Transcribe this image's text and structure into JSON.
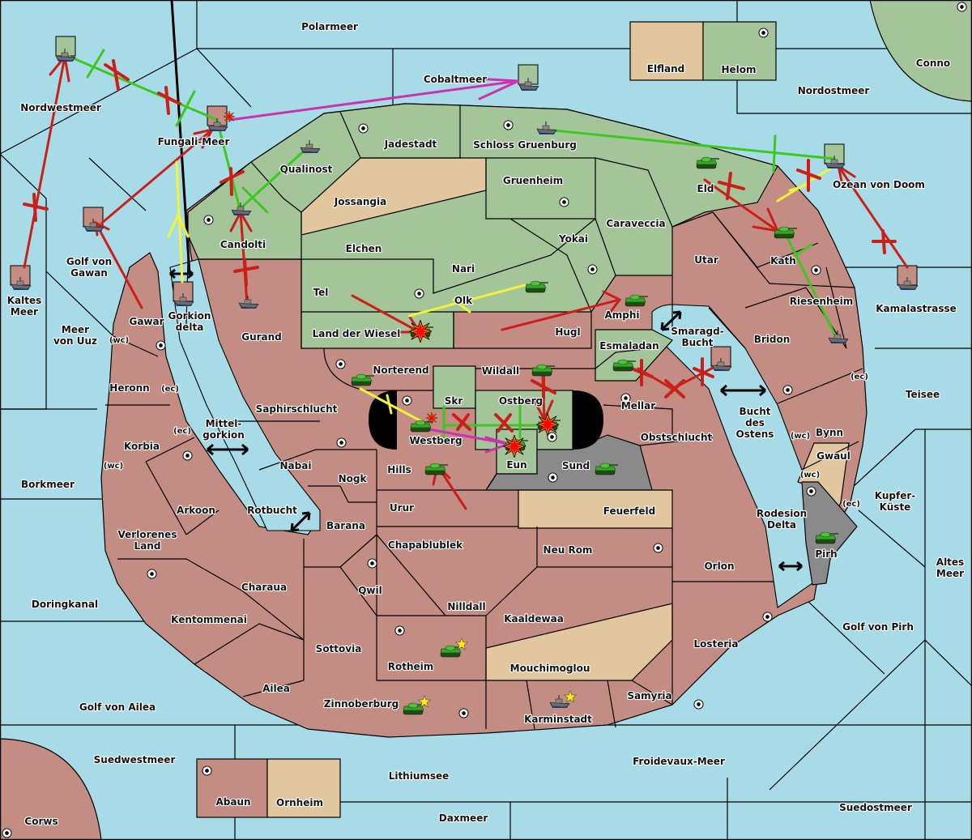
{
  "map": {
    "title": "Diplomacy-style strategy map",
    "colors": {
      "sea": "#a8dbe8",
      "power_green": "#a4c499",
      "power_red": "#c38d84",
      "neutral_tan": "#e2c69e",
      "impassable_grey": "#8a8a8a",
      "order_move_failed": "#cc1f1a",
      "order_support": "#3cc81e",
      "order_convoy": "#f2f23a",
      "order_retreat": "#cc33aa"
    },
    "sea_regions": [
      {
        "name": "Polarmeer"
      },
      {
        "name": "Cobaltmeer"
      },
      {
        "name": "Nordwestmeer"
      },
      {
        "name": "Fungali-Meer"
      },
      {
        "name": "Nordostmeer"
      },
      {
        "name": "Ozean von Doom"
      },
      {
        "name": "Kamalastrasse"
      },
      {
        "name": "Golf von Gawan"
      },
      {
        "name": "Kaltes Meer"
      },
      {
        "name": "Meer von Uuz"
      },
      {
        "name": "Gorkion delta"
      },
      {
        "name": "Mittel-gorkion"
      },
      {
        "name": "Borkmeer"
      },
      {
        "name": "Rotbucht"
      },
      {
        "name": "Doringkanal"
      },
      {
        "name": "Golf von Ailea"
      },
      {
        "name": "Suedwestmeer"
      },
      {
        "name": "Lithiumsee"
      },
      {
        "name": "Daxmeer"
      },
      {
        "name": "Froidevaux-Meer"
      },
      {
        "name": "Suedostmeer"
      },
      {
        "name": "Golf von Pirh"
      },
      {
        "name": "Altes Meer"
      },
      {
        "name": "Kupfer-Küste"
      },
      {
        "name": "Teisee"
      },
      {
        "name": "Rodesion Delta"
      },
      {
        "name": "Bucht des Ostens"
      },
      {
        "name": "Smaragd-Bucht"
      }
    ],
    "land_regions": [
      {
        "name": "Elfland",
        "owner": "neutral"
      },
      {
        "name": "Helom",
        "owner": "green",
        "supply_center": true
      },
      {
        "name": "Conno",
        "owner": "green",
        "supply_center": true
      },
      {
        "name": "Jadestadt",
        "owner": "green",
        "supply_center": true
      },
      {
        "name": "Schloss Gruenburg",
        "owner": "green",
        "supply_center": true
      },
      {
        "name": "Qualinost",
        "owner": "green"
      },
      {
        "name": "Jossangia",
        "owner": "neutral"
      },
      {
        "name": "Gruenheim",
        "owner": "green",
        "supply_center": true
      },
      {
        "name": "Caraveccia",
        "owner": "green"
      },
      {
        "name": "Eld",
        "owner": "green"
      },
      {
        "name": "Candolti",
        "owner": "green",
        "supply_center": true
      },
      {
        "name": "Elchen",
        "owner": "green"
      },
      {
        "name": "Yokai",
        "owner": "green",
        "supply_center": true
      },
      {
        "name": "Nari",
        "owner": "green"
      },
      {
        "name": "Tel",
        "owner": "green",
        "supply_center": true
      },
      {
        "name": "Olk",
        "owner": "green"
      },
      {
        "name": "Land der Wiesel",
        "owner": "green"
      },
      {
        "name": "Gurand",
        "owner": "red"
      },
      {
        "name": "Gawar",
        "owner": "red",
        "supply_center": true
      },
      {
        "name": "Heronn",
        "owner": "red"
      },
      {
        "name": "Korbia",
        "owner": "red",
        "supply_center": true
      },
      {
        "name": "Arkoon",
        "owner": "red"
      },
      {
        "name": "Verlorenes Land",
        "owner": "red"
      },
      {
        "name": "Kentommenai",
        "owner": "red",
        "supply_center": true
      },
      {
        "name": "Charaua",
        "owner": "red"
      },
      {
        "name": "Ailea",
        "owner": "red"
      },
      {
        "name": "Sottovia",
        "owner": "red"
      },
      {
        "name": "Zinnoberburg",
        "owner": "red",
        "supply_center": true
      },
      {
        "name": "Rotheim",
        "owner": "red",
        "supply_center": true
      },
      {
        "name": "Karminstadt",
        "owner": "red",
        "supply_center": true
      },
      {
        "name": "Samyria",
        "owner": "red"
      },
      {
        "name": "Losteria",
        "owner": "red",
        "supply_center": true
      },
      {
        "name": "Orlon",
        "owner": "red"
      },
      {
        "name": "Neu Rom",
        "owner": "red",
        "supply_center": true
      },
      {
        "name": "Kaaldewaa",
        "owner": "red"
      },
      {
        "name": "Mouchimoglou",
        "owner": "neutral"
      },
      {
        "name": "Nilldall",
        "owner": "red"
      },
      {
        "name": "Qwil",
        "owner": "red",
        "supply_center": true
      },
      {
        "name": "Chapablublek",
        "owner": "red"
      },
      {
        "name": "Barana",
        "owner": "red"
      },
      {
        "name": "Nogk",
        "owner": "red"
      },
      {
        "name": "Urur",
        "owner": "red"
      },
      {
        "name": "Feuerfeld",
        "owner": "neutral"
      },
      {
        "name": "Hills",
        "owner": "red"
      },
      {
        "name": "Nabai",
        "owner": "red",
        "supply_center": true
      },
      {
        "name": "Saphirschlucht",
        "owner": "red"
      },
      {
        "name": "Norterend",
        "owner": "red",
        "supply_center": true
      },
      {
        "name": "Westberg",
        "owner": "red",
        "supply_center": true
      },
      {
        "name": "Skr",
        "owner": "green"
      },
      {
        "name": "Wildall",
        "owner": "red"
      },
      {
        "name": "Ostberg",
        "owner": "green",
        "supply_center": true
      },
      {
        "name": "Eun",
        "owner": "green"
      },
      {
        "name": "Sund",
        "owner": "impassable",
        "supply_center": true
      },
      {
        "name": "Hugl",
        "owner": "red"
      },
      {
        "name": "Amphi",
        "owner": "red"
      },
      {
        "name": "Esmaladan",
        "owner": "green"
      },
      {
        "name": "Mellar",
        "owner": "red",
        "supply_center": true
      },
      {
        "name": "Obstschlucht",
        "owner": "red"
      },
      {
        "name": "Utar",
        "owner": "red"
      },
      {
        "name": "Kath",
        "owner": "red",
        "supply_center": true
      },
      {
        "name": "Riesenheim",
        "owner": "red"
      },
      {
        "name": "Bridon",
        "owner": "red",
        "supply_center": true
      },
      {
        "name": "Bynn",
        "owner": "red"
      },
      {
        "name": "Gwaul",
        "owner": "neutral"
      },
      {
        "name": "Pirh",
        "owner": "impassable",
        "supply_center": true
      },
      {
        "name": "Abaun",
        "owner": "red",
        "supply_center": true
      },
      {
        "name": "Ornheim",
        "owner": "neutral"
      },
      {
        "name": "Corws",
        "owner": "red",
        "supply_center": true
      }
    ],
    "coast_labels": {
      "wc": "(wc)",
      "ec": "(ec)"
    },
    "units": [
      {
        "type": "fleet",
        "location": "Nordwestmeer",
        "owner": "green"
      },
      {
        "type": "fleet",
        "location": "Cobaltmeer",
        "owner": "green"
      },
      {
        "type": "fleet",
        "location": "Fungali-Meer",
        "owner": "red",
        "dislodged": true
      },
      {
        "type": "fleet",
        "location": "Schloss Gruenburg",
        "owner": "green"
      },
      {
        "type": "fleet",
        "location": "Qualinost",
        "owner": "green"
      },
      {
        "type": "fleet",
        "location": "Candolti",
        "owner": "green"
      },
      {
        "type": "fleet",
        "location": "Golf von Gawan",
        "owner": "red"
      },
      {
        "type": "fleet",
        "location": "Kaltes Meer",
        "owner": "red"
      },
      {
        "type": "fleet",
        "location": "Gorkion delta",
        "owner": "red"
      },
      {
        "type": "fleet",
        "location": "Gurand",
        "owner": "red"
      },
      {
        "type": "fleet",
        "location": "Ozean von Doom",
        "owner": "green"
      },
      {
        "type": "fleet",
        "location": "Kamalastrasse",
        "owner": "red"
      },
      {
        "type": "fleet",
        "location": "Riesenheim",
        "owner": "red"
      },
      {
        "type": "fleet",
        "location": "Smaragd-Bucht",
        "owner": "red"
      },
      {
        "type": "fleet",
        "location": "Karminstadt",
        "owner": "red",
        "new_build": true
      },
      {
        "type": "army",
        "location": "Eld",
        "owner": "green"
      },
      {
        "type": "army",
        "location": "Kath",
        "owner": "green"
      },
      {
        "type": "army",
        "location": "Nari",
        "owner": "green"
      },
      {
        "type": "army",
        "location": "Land der Wiesel",
        "owner": "green",
        "destroyed": true
      },
      {
        "type": "army",
        "location": "Amphi",
        "owner": "green"
      },
      {
        "type": "army",
        "location": "Esmaladan",
        "owner": "green"
      },
      {
        "type": "army",
        "location": "Norterend",
        "owner": "green"
      },
      {
        "type": "army",
        "location": "Westberg",
        "owner": "green",
        "dislodged": true
      },
      {
        "type": "army",
        "location": "Wildall",
        "owner": "green"
      },
      {
        "type": "army",
        "location": "Ostberg",
        "owner": "green",
        "destroyed": true
      },
      {
        "type": "army",
        "location": "Eun",
        "owner": "green",
        "destroyed": true
      },
      {
        "type": "army",
        "location": "Hills",
        "owner": "green"
      },
      {
        "type": "army",
        "location": "Sund",
        "owner": "green"
      },
      {
        "type": "army",
        "location": "Pirh",
        "owner": "green"
      },
      {
        "type": "army",
        "location": "Rotheim",
        "owner": "green",
        "new_build": true
      },
      {
        "type": "army",
        "location": "Zinnoberburg",
        "owner": "green",
        "new_build": true
      }
    ]
  }
}
